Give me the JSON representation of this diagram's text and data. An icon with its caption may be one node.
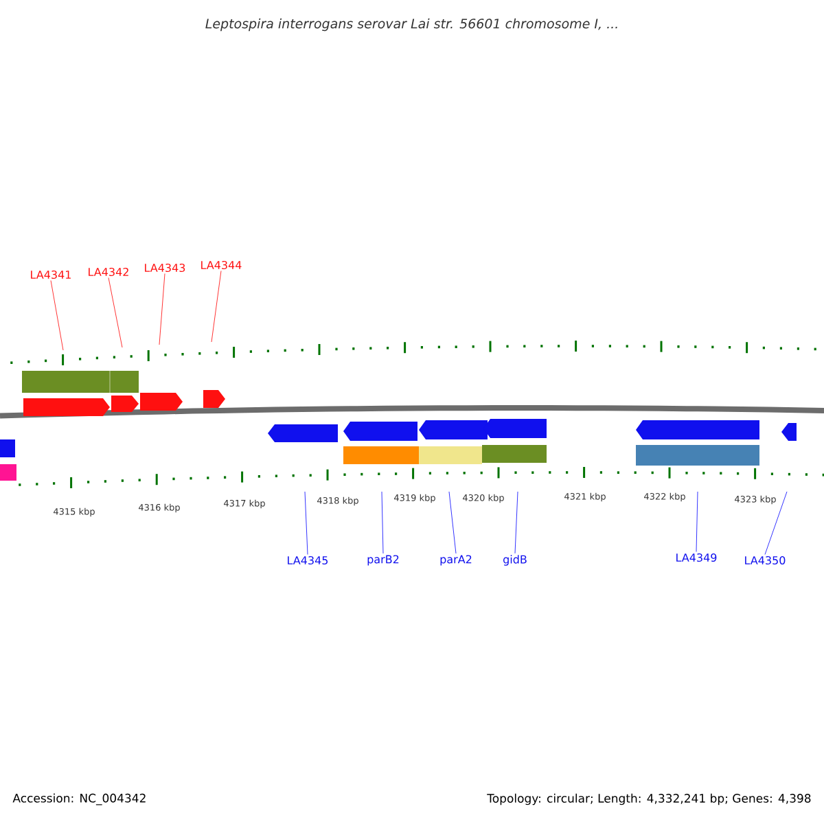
{
  "diagram": {
    "title": "Leptospira interrogans serovar Lai str. 56601 chromosome I, ...",
    "nodes": [
      {
        "text": [
          "LA4341"
        ]
      },
      {
        "text": [
          "LA4342"
        ]
      },
      {
        "text": [
          "LA4343"
        ]
      },
      {
        "text": [
          "LA4344"
        ]
      },
      {
        "text": [
          "LA4345"
        ]
      },
      {
        "text": [
          "parB2"
        ]
      },
      {
        "text": [
          "parA2"
        ]
      },
      {
        "text": [
          "gidB"
        ]
      },
      {
        "text": [
          "LA4349"
        ]
      },
      {
        "text": [
          "LA4350"
        ]
      }
    ],
    "edges": [
      {
        "from": 0,
        "to": null,
        "arrow": "none",
        "color": "#ff0000"
      },
      {
        "from": 1,
        "to": null,
        "arrow": "none",
        "color": "#ff0000"
      },
      {
        "from": 2,
        "to": null,
        "arrow": "none",
        "color": "#ff0000"
      },
      {
        "from": 3,
        "to": null,
        "arrow": "none",
        "color": "#ff0000"
      },
      {
        "from": 4,
        "to": null,
        "arrow": "none",
        "color": "#0000ff"
      },
      {
        "from": 5,
        "to": null,
        "arrow": "none",
        "color": "#0000ff"
      },
      {
        "from": 6,
        "to": null,
        "arrow": "none",
        "color": "#0000ff"
      },
      {
        "from": 7,
        "to": null,
        "arrow": "none",
        "color": "#0000ff"
      },
      {
        "from": 8,
        "to": null,
        "arrow": "none",
        "color": "#0000ff"
      },
      {
        "from": 9,
        "to": null,
        "arrow": "none",
        "color": "#0000ff"
      }
    ],
    "labels": [
      "4315 kbp",
      "4316 kbp",
      "4317 kbp",
      "4318 kbp",
      "4319 kbp",
      "4320 kbp",
      "4321 kbp",
      "4322 kbp",
      "4323 kbp",
      "Accession: NC_004342",
      "Topology: circular; Length: 4,332,241 bp; Genes: 4,398"
    ]
  }
}
